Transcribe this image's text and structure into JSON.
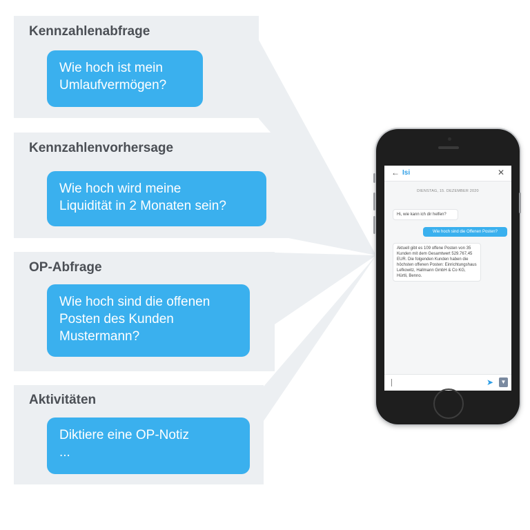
{
  "cards": [
    {
      "title": "Kennzahlenabfrage",
      "bubble_lines": [
        "Wie hoch ist mein",
        "Umlaufvermögen?"
      ]
    },
    {
      "title": "Kennzahlenvorhersage",
      "bubble_lines": [
        "Wie hoch wird meine",
        "Liquidität in 2 Monaten sein?"
      ]
    },
    {
      "title": "OP-Abfrage",
      "bubble_lines": [
        "Wie hoch sind die offenen",
        "Posten des Kunden",
        "Mustermann?"
      ]
    },
    {
      "title": "Aktivitäten",
      "bubble_lines": [
        "Diktiere eine OP-Notiz",
        "..."
      ]
    }
  ],
  "chat": {
    "back_icon": "arrow-left-icon",
    "contact_name": "Isi",
    "close_icon": "close-icon",
    "date": "DIENSTAG, 15. DEZEMBER 2020",
    "messages": [
      {
        "from": "bot",
        "text": "Hi, wie kann ich dir helfen?"
      },
      {
        "from": "user",
        "text": "Wie hoch sind die Offenen Posten?"
      },
      {
        "from": "bot",
        "text": "Aktuell gibt es 109 offene Posten von 35 Kunden mit dem Gesamtwert 529.767,45 EUR. Die folgenden Kunden haben die höchsten offenen Posten: Einrichtungshaus Lefkowitz, Hallmann GmbH & Co KG, Hürtli, Benno."
      }
    ],
    "send_icon": "send-icon",
    "mic_icon": "microphone-icon"
  },
  "colors": {
    "bubble": "#3ab0ee",
    "card_bg": "#eceff2",
    "title_text": "#4b4f55",
    "accent": "#2d9ee6"
  }
}
